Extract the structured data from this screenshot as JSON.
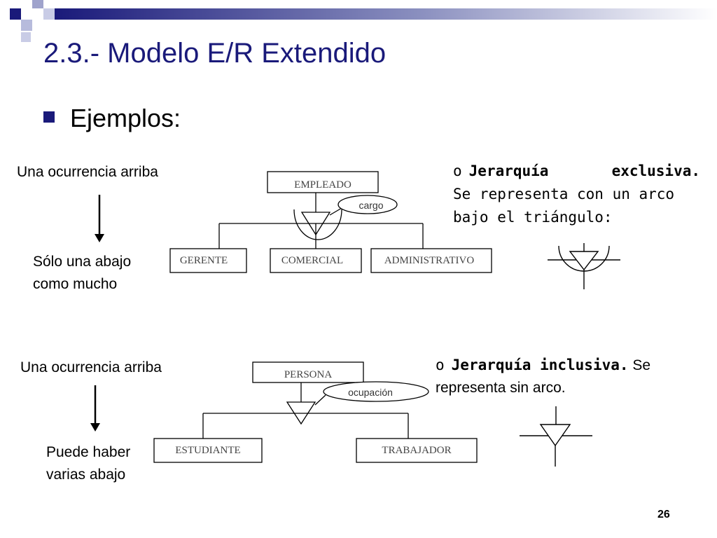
{
  "title": "2.3.- Modelo E/R Extendido",
  "bullet": "Ejemplos:",
  "example1": {
    "top_label": "Una ocurrencia arriba",
    "bottom_label_line1": "Sólo una abajo",
    "bottom_label_line2": "como mucho",
    "parent": "EMPLEADO",
    "attribute": "cargo",
    "children": [
      "GERENTE",
      "COMERCIAL",
      "ADMINISTRATIVO"
    ],
    "note_bullet": "o",
    "note_bold": "Jerarquía exclusiva.",
    "note_line2": "Se representa con un arco",
    "note_line3": "bajo el triángulo:"
  },
  "example2": {
    "top_label": "Una ocurrencia arriba",
    "bottom_label_line1": "Puede haber",
    "bottom_label_line2": "varias abajo",
    "parent": "PERSONA",
    "attribute": "ocupación",
    "children": [
      "ESTUDIANTE",
      "TRABAJADOR"
    ],
    "note_bullet": "o",
    "note_bold": "Jerarquía inclusiva.",
    "note_rest": " Se",
    "note_line2": "representa sin arco."
  },
  "page_number": "26",
  "colors": {
    "title": "#1a1a7a",
    "header_dark": "#1a1a7a",
    "header_light": "#8a8fbf"
  }
}
